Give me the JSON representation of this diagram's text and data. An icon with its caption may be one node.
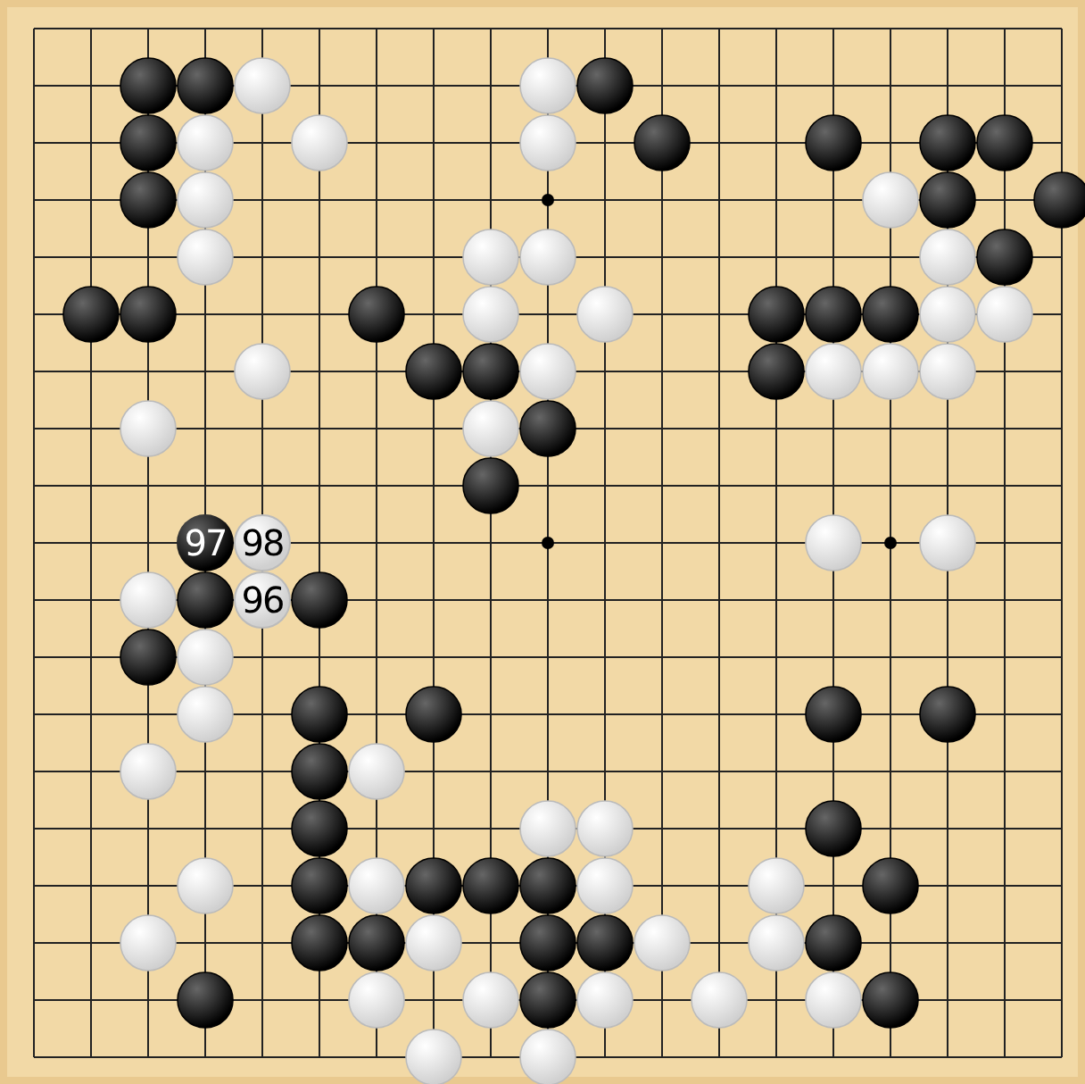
{
  "diagram": {
    "nodes": [
      {
        "text": [
          "97"
        ]
      },
      {
        "text": [
          "98"
        ]
      },
      {
        "text": [
          "96"
        ]
      }
    ]
  }
}
